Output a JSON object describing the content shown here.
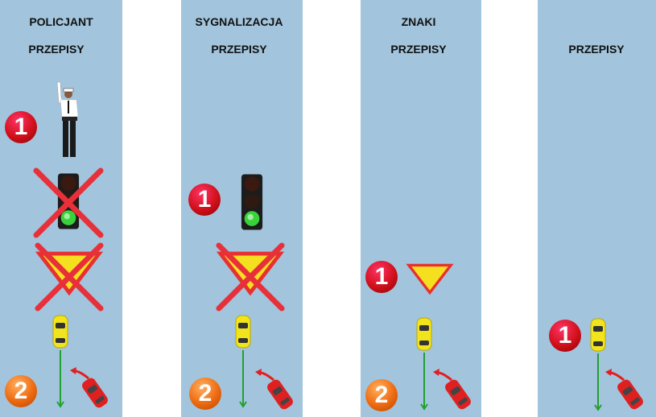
{
  "columns": [
    {
      "title": "POLICJANT",
      "subtitle": "PRZEPISY"
    },
    {
      "title": "SYGNALIZACJA",
      "subtitle": "PRZEPISY"
    },
    {
      "title": "ZNAKI",
      "subtitle": "PRZEPISY"
    },
    {
      "title": "",
      "subtitle": "PRZEPISY"
    }
  ],
  "badges": {
    "first": "1",
    "second": "2"
  },
  "colors": {
    "background": "#a2c4dc",
    "cross": "#e8303a",
    "yield": "#f5e020",
    "badge1": "#d0101a",
    "badge2": "#ee6a10"
  }
}
